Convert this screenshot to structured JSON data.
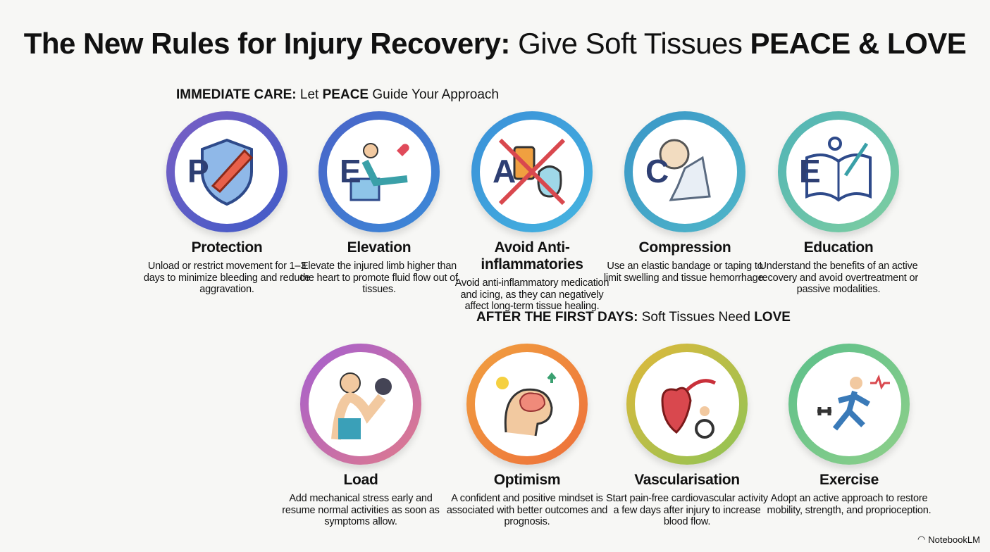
{
  "title": {
    "part1": "The New Rules for Injury Recovery:",
    "part2": "Give Soft Tissues",
    "part3": "PEACE & LOVE"
  },
  "peace_heading": {
    "bold": "IMMEDIATE CARE:",
    "normal1": "Let",
    "bold2": "PEACE",
    "normal2": "Guide Your Approach"
  },
  "love_heading": {
    "bold": "AFTER THE FIRST DAYS:",
    "normal": "Soft Tissues Need",
    "bold2": "LOVE"
  },
  "peace": [
    {
      "letter": "P",
      "title": "Protection",
      "desc": "Unload or restrict movement for 1–3 days to minimize bleeding and reduce aggravation.",
      "icon": "shield-muscle-icon",
      "color1": "#7b5fc4",
      "color2": "#3e5bc8"
    },
    {
      "letter": "E",
      "title": "Elevation",
      "desc": "Elevate the injured limb higher than the heart to promote fluid flow out of tissues.",
      "icon": "elevated-leg-icon",
      "color1": "#4a63c8",
      "color2": "#3b8ad8"
    },
    {
      "letter": "A",
      "title": "Avoid Anti-inflammatories",
      "desc": "Avoid anti-inflammatory medication and icing, as they can negatively affect long-term tissue healing.",
      "icon": "no-medication-icon",
      "color1": "#3a8fd8",
      "color2": "#45b5e0"
    },
    {
      "letter": "C",
      "title": "Compression",
      "desc": "Use an elastic bandage or taping to limit swelling and tissue hemorrhage.",
      "icon": "bandage-icon",
      "color1": "#3a96c8",
      "color2": "#4fb6c8"
    },
    {
      "letter": "E",
      "title": "Education",
      "desc": "Understand the benefits of an active recovery and avoid overtreatment or passive modalities.",
      "icon": "open-book-icon",
      "color1": "#4fb3b8",
      "color2": "#7fcf9f"
    }
  ],
  "love": [
    {
      "title": "Load",
      "desc": "Add mechanical stress early and resume normal activities as soon as symptoms allow.",
      "icon": "dumbbell-icon",
      "color1": "#a45fd0",
      "color2": "#e07a8c"
    },
    {
      "title": "Optimism",
      "desc": "A confident and positive mindset is associated with better outcomes and prognosis.",
      "icon": "brain-icon",
      "color1": "#f0a040",
      "color2": "#ee6f3a"
    },
    {
      "title": "Vascularisation",
      "desc": "Start pain-free cardiovascular activity a few days after injury to increase blood flow.",
      "icon": "heart-bike-icon",
      "color1": "#e0b83a",
      "color2": "#8ec456"
    },
    {
      "title": "Exercise",
      "desc": "Adopt an active approach to restore mobility, strength, and proprioception.",
      "icon": "running-icon",
      "color1": "#5bbf8a",
      "color2": "#8fd08a"
    }
  ],
  "brand": "NotebookLM"
}
